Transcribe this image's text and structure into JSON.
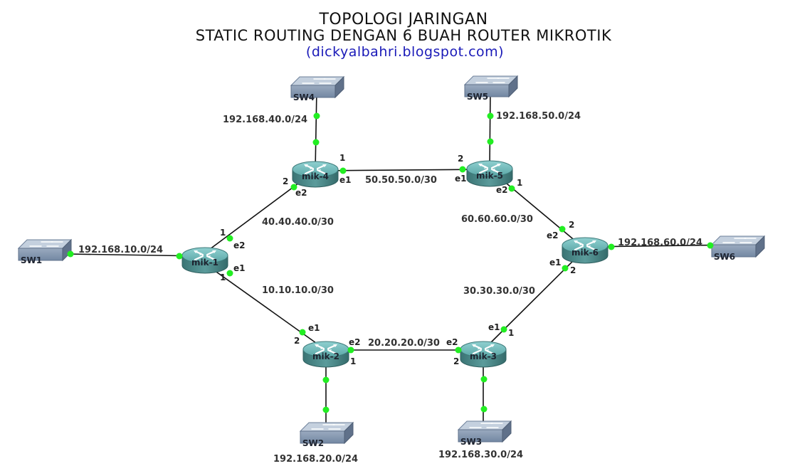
{
  "header": {
    "title_line1": "TOPOLOGI JARINGAN",
    "title_line2": "STATIC ROUTING DENGAN 6 BUAH ROUTER MIKROTIK",
    "source": "(dickyalbahri.blogspot.com)"
  },
  "colors": {
    "link": "#111111",
    "port_dot": "#22ee22",
    "router_body": "#4f9494",
    "switch_body": "#8ea0b8",
    "source_text": "#1a1ab8"
  },
  "routers": [
    {
      "id": "mik-1",
      "label": "mik-1",
      "icon": "router-icon"
    },
    {
      "id": "mik-2",
      "label": "mik-2",
      "icon": "router-icon"
    },
    {
      "id": "mik-3",
      "label": "mik-3",
      "icon": "router-icon"
    },
    {
      "id": "mik-4",
      "label": "mik-4",
      "icon": "router-icon"
    },
    {
      "id": "mik-5",
      "label": "mik-5",
      "icon": "router-icon"
    },
    {
      "id": "mik-6",
      "label": "mik-6",
      "icon": "router-icon"
    }
  ],
  "switches": [
    {
      "id": "SW1",
      "label": "SW1",
      "icon": "switch-icon"
    },
    {
      "id": "SW2",
      "label": "SW2",
      "icon": "switch-icon"
    },
    {
      "id": "SW3",
      "label": "SW3",
      "icon": "switch-icon"
    },
    {
      "id": "SW4",
      "label": "SW4",
      "icon": "switch-icon"
    },
    {
      "id": "SW5",
      "label": "SW5",
      "icon": "switch-icon"
    },
    {
      "id": "SW6",
      "label": "SW6",
      "icon": "switch-icon"
    }
  ],
  "links": [
    {
      "from": "mik-1",
      "to": "mik-2",
      "network": "10.10.10.0/30",
      "from_port": "1",
      "from_iface": "e1",
      "to_port": "2",
      "to_iface": "e1"
    },
    {
      "from": "mik-2",
      "to": "mik-3",
      "network": "20.20.20.0/30",
      "from_port": "1",
      "from_iface": "e2",
      "to_port": "2",
      "to_iface": "e2"
    },
    {
      "from": "mik-3",
      "to": "mik-6",
      "network": "30.30.30.0/30",
      "from_port": "1",
      "from_iface": "e1",
      "to_port": "2",
      "to_iface": "e1"
    },
    {
      "from": "mik-1",
      "to": "mik-4",
      "network": "40.40.40.0/30",
      "from_port": "1",
      "from_iface": "e2",
      "to_port": "2",
      "to_iface": "e2"
    },
    {
      "from": "mik-4",
      "to": "mik-5",
      "network": "50.50.50.0/30",
      "from_port": "1",
      "from_iface": "e1",
      "to_port": "2",
      "to_iface": "e1"
    },
    {
      "from": "mik-5",
      "to": "mik-6",
      "network": "60.60.60.0/30",
      "from_port": "1",
      "from_iface": "e2",
      "to_port": "2",
      "to_iface": "e2"
    },
    {
      "from": "mik-1",
      "to": "SW1",
      "network": "192.168.10.0/24"
    },
    {
      "from": "mik-2",
      "to": "SW2",
      "network": "192.168.20.0/24"
    },
    {
      "from": "mik-3",
      "to": "SW3",
      "network": "192.168.30.0/24"
    },
    {
      "from": "mik-4",
      "to": "SW4",
      "network": "192.168.40.0/24"
    },
    {
      "from": "mik-5",
      "to": "SW5",
      "network": "192.168.50.0/24"
    },
    {
      "from": "mik-6",
      "to": "SW6",
      "network": "192.168.60.0/24"
    }
  ]
}
